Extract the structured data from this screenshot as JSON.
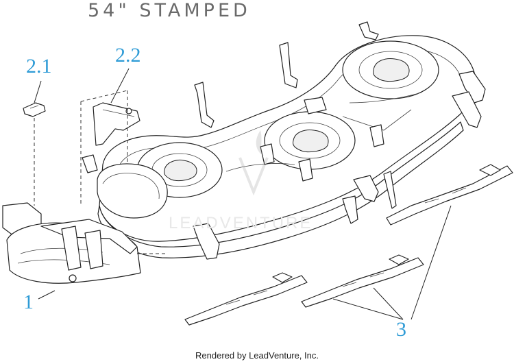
{
  "diagram": {
    "title": "54\" STAMPED",
    "watermark": "LEADVENTURE",
    "footer": "Rendered by LeadVenture, Inc.",
    "callouts": {
      "part_2_1": "2.1",
      "part_2_2": "2.2",
      "part_1": "1",
      "part_3": "3"
    },
    "colors": {
      "callout": "#2e9bd6",
      "linework": "#222222",
      "title": "#6a6a6a"
    }
  }
}
